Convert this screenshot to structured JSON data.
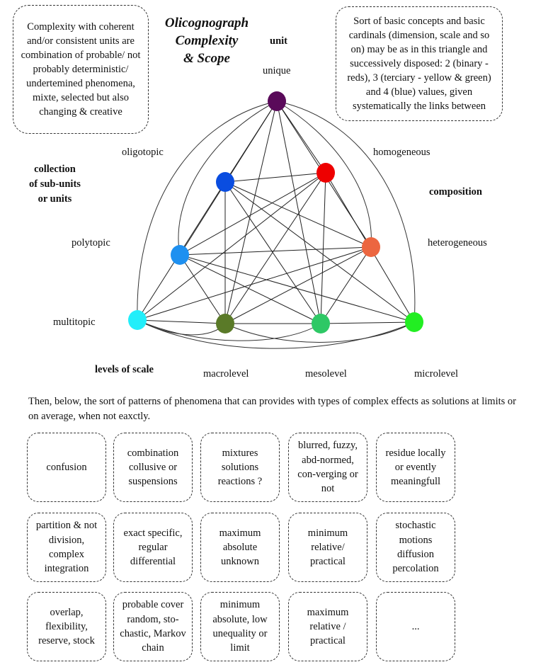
{
  "title_lines": [
    "Olicognograph",
    "Complexity",
    "& Scope"
  ],
  "left_note": "Complexity with coherent and/or consistent units are combination of probable/ not probably deterministic/ undertemined phenomena, mixte, selected but also changing & creative",
  "right_note": "Sort of basic concepts and basic cardinals (dimension, scale and so on)  may be as in this triangle and successively disposed: 2 (binary - reds), 3 (terciary - yellow & green) and 4 (blue) values, given systematically the links between",
  "labels": {
    "unit": "unit",
    "unique": "unique",
    "oligotopic": "oligotopic",
    "homogeneous": "homogeneous",
    "collection": [
      "collection",
      "of sub-units",
      "or units"
    ],
    "composition": "composition",
    "polytopic": "polytopic",
    "heterogeneous": "heterogeneous",
    "multitopic": "multitopic",
    "levels_of_scale": "levels of scale",
    "macrolevel": "macrolevel",
    "mesolevel": "mesolevel",
    "microlevel": "microlevel"
  },
  "node_colors": {
    "unique": "#5a0a5a",
    "oligotopic": "#0a4de0",
    "homogeneous": "#ee0000",
    "polytopic": "#1e90f0",
    "heterogeneous": "#ec6640",
    "multitopic": "#22eefa",
    "macrolevel": "#5a7a28",
    "mesolevel": "#2ec865",
    "microlevel": "#22ee22"
  },
  "intro": "Then, below, the sort of patterns of phenomena that can provides with types of complex effects as solutions at limits or on average, when not eaxctly.",
  "grid": [
    [
      "confusion",
      "combination collusive or suspensions",
      "mixtures solutions reactions ?",
      "blurred, fuzzy, abd-normed, con-verging or not",
      "residue locally or evently meaningfull"
    ],
    [
      "partition & not division, complex integration",
      "exact specific, regular differential",
      "maximum absolute unknown",
      "minimum relative/ practical",
      "stochastic motions diffusion percolation"
    ],
    [
      "overlap, flexibility, reserve, stock",
      "probable cover random, sto-chastic, Markov chain",
      "minimum absolute, low unequality or limit",
      "maximum relative / practical",
      "..."
    ]
  ]
}
